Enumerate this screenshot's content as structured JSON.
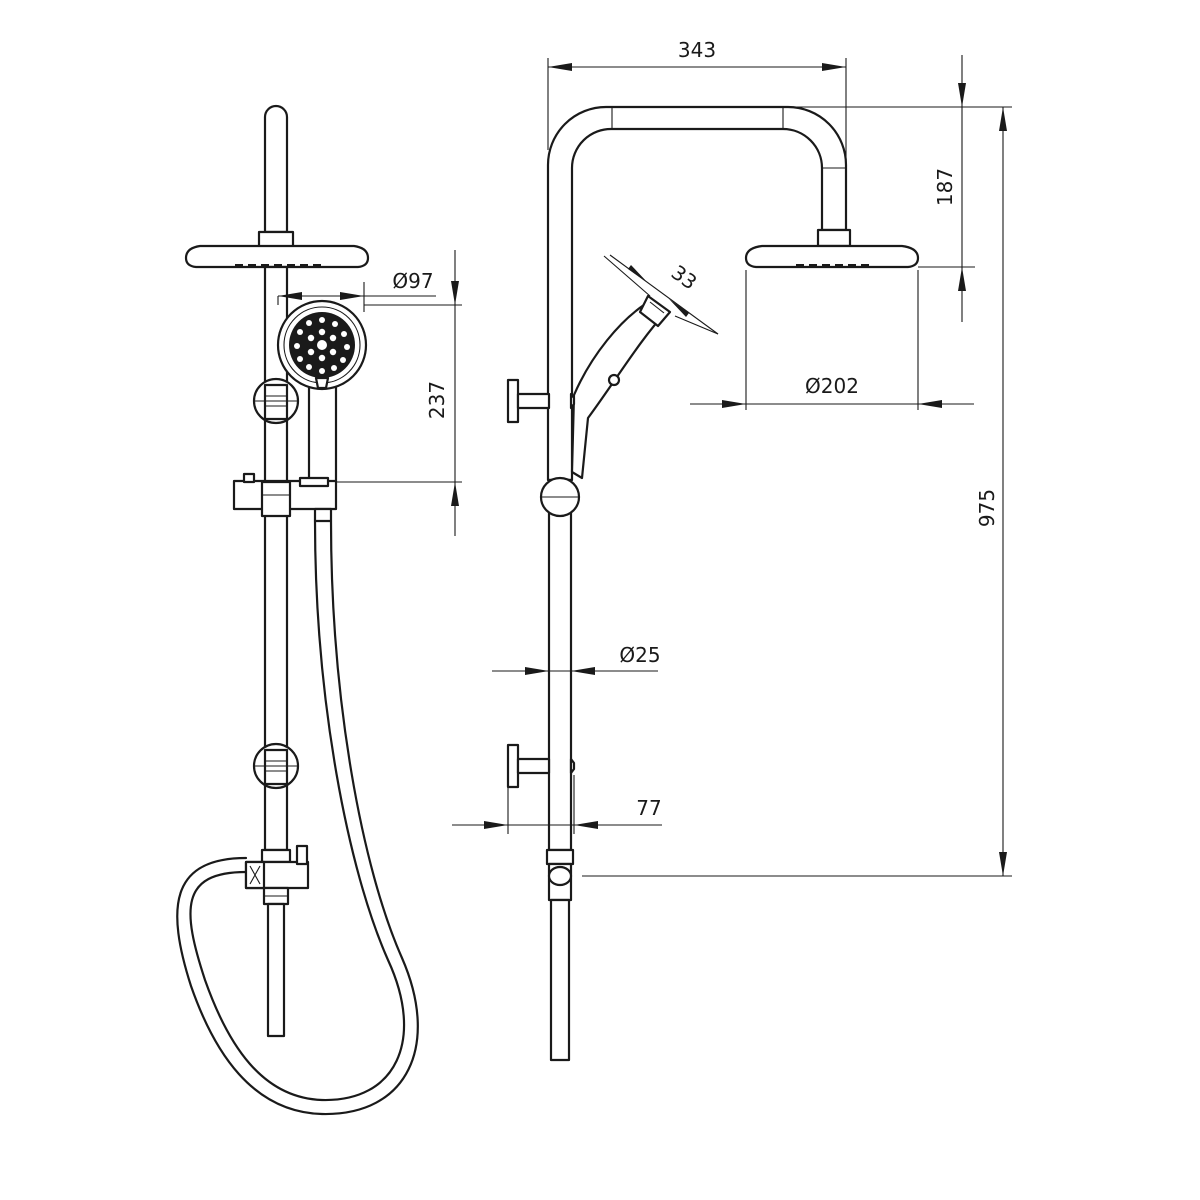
{
  "dimensions": {
    "width_top": "343",
    "head_drop": "187",
    "hand_shower_diameter": "Ø97",
    "hand_shower_length": "237",
    "hand_shower_thickness": "33",
    "overhead_diameter": "Ø202",
    "total_height": "975",
    "rail_diameter": "Ø25",
    "wall_offset": "77"
  }
}
